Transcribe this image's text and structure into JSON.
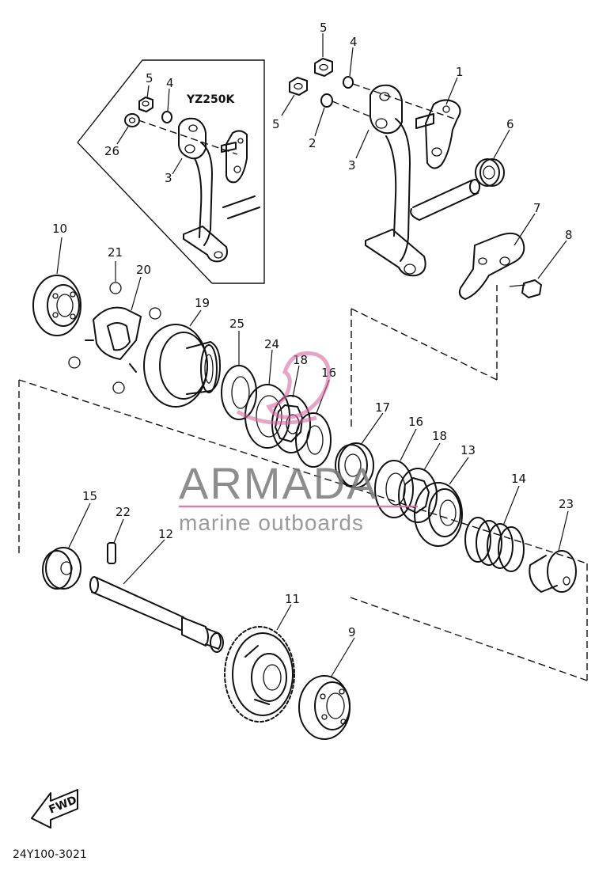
{
  "inset_label": "YZ250K",
  "diagram_code": "24Y100-3021",
  "fwd_label": "FWD",
  "watermark": {
    "title": "ARMADA",
    "subtitle": "marine outboards",
    "title_color": "#7a7a7a",
    "subtitle_color": "#8a8a8a",
    "accent_color": "#d46aa0"
  },
  "callouts": {
    "c1": "1",
    "c2": "2",
    "c3a": "3",
    "c3b": "3",
    "c4a": "4",
    "c4b": "4",
    "c5a": "5",
    "c5b": "5",
    "c5c": "5",
    "c6": "6",
    "c7": "7",
    "c8": "8",
    "c9": "9",
    "c10": "10",
    "c11": "11",
    "c12": "12",
    "c13": "13",
    "c14": "14",
    "c15": "15",
    "c16a": "16",
    "c16b": "16",
    "c17": "17",
    "c18a": "18",
    "c18b": "18",
    "c19": "19",
    "c20": "20",
    "c21": "21",
    "c22": "22",
    "c23": "23",
    "c24": "24",
    "c25": "25",
    "c26": "26"
  }
}
